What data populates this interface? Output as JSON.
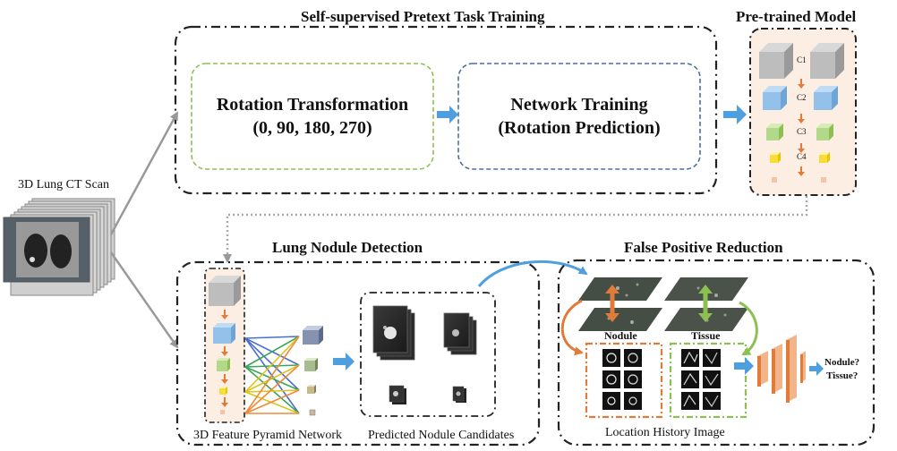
{
  "pretext": {
    "title": "Self-supervised Pretext Task Training",
    "rotation": {
      "line1": "Rotation Transformation",
      "line2": "(0, 90, 180, 270)"
    },
    "network": {
      "line1": "Network Training",
      "line2": "(Rotation Prediction)"
    }
  },
  "pretrained": {
    "title": "Pre-trained Model",
    "layers": [
      "C1",
      "C2",
      "C3",
      "C4"
    ]
  },
  "input": {
    "label": "3D Lung CT Scan"
  },
  "detection": {
    "title": "Lung Nodule Detection",
    "fpn_label": "3D Feature Pyramid Network",
    "candidates_label": "Predicted Nodule Candidates"
  },
  "fpr": {
    "title": "False Positive Reduction",
    "nodule_label": "Nodule",
    "tissue_label": "Tissue",
    "lhi_label": "Location History Image",
    "output_line1": "Nodule?",
    "output_line2": "Tissue?"
  },
  "colors": {
    "green_dash": "#8cc152",
    "blue_dash": "#4a6f9c",
    "orange_dash": "#e07b39",
    "arrow_blue": "#4f9fde",
    "peach_bg": "#fdeee3",
    "gray_arrow": "#999999"
  }
}
